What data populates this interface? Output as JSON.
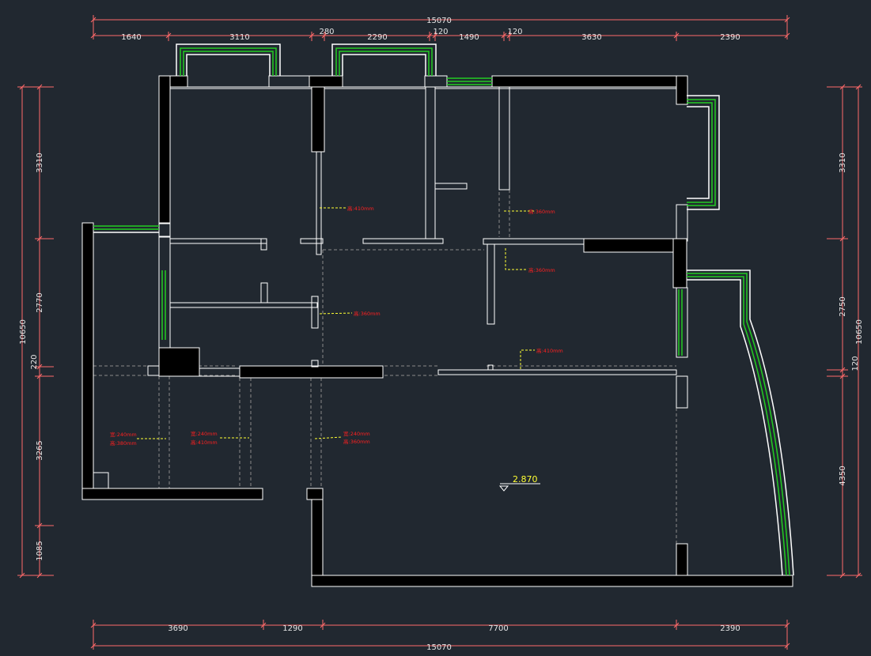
{
  "dimensions": {
    "top_total": "15070",
    "top_segments": [
      "1640",
      "3110",
      "280",
      "2290",
      "120",
      "1490",
      "120",
      "3630",
      "2390"
    ],
    "bottom_total": "15070",
    "bottom_segments": [
      "3690",
      "1290",
      "7700",
      "2390"
    ],
    "left_total": "10650",
    "left_segments": [
      "3310",
      "2770",
      "220",
      "3265",
      "1085"
    ],
    "right_total": "10650",
    "right_segments": [
      "3310",
      "2750",
      "120",
      "4350"
    ]
  },
  "annotations": {
    "h410_a": "高:410mm",
    "h360_a": "高:360mm",
    "h360_b": "高:360mm",
    "h360_c": "高:360mm",
    "h410_b": "高:410mm",
    "beam1_w": "宽:240mm",
    "beam1_h": "高:380mm",
    "beam2_w": "宽:240mm",
    "beam2_h": "高:410mm",
    "beam3_w": "宽:240mm",
    "beam3_h": "高:360mm"
  },
  "elevation": "2.870",
  "colors": {
    "background": "#212830",
    "wall": "#000000",
    "wall_outline": "#ffffff",
    "dimension_line": "#ff6a6a",
    "window": "#22cc22",
    "beam_line": "#8a8a8a",
    "leader": "#ffff33",
    "note": "#ff2020"
  }
}
